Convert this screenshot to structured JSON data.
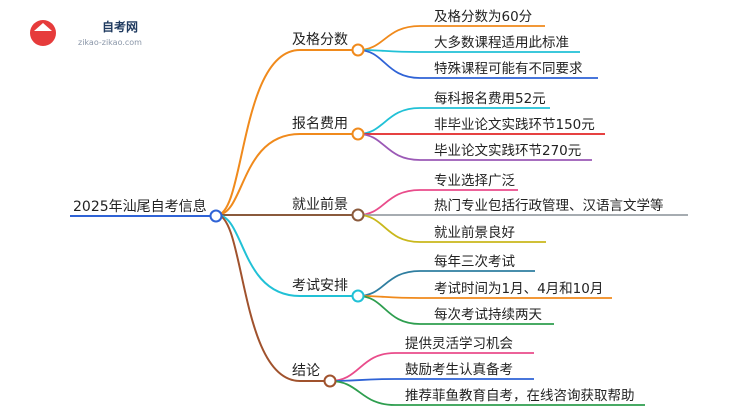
{
  "logo": {
    "title": "自考网",
    "url": "zikao-zikao.com"
  },
  "root": {
    "label": "2025年汕尾自考信息"
  },
  "branches": [
    {
      "label": "及格分数",
      "leaves": [
        "及格分数为60分",
        "大多数课程适用此标准",
        "特殊课程可能有不同要求"
      ]
    },
    {
      "label": "报名费用",
      "leaves": [
        "每科报名费用52元",
        "非毕业论文实践环节150元",
        "毕业论文实践环节270元"
      ]
    },
    {
      "label": "就业前景",
      "leaves": [
        "专业选择广泛",
        "热门专业包括行政管理、汉语言文学等",
        "就业前景良好"
      ]
    },
    {
      "label": "考试安排",
      "leaves": [
        "每年三次考试",
        "考试时间为1月、4月和10月",
        "每次考试持续两天"
      ]
    },
    {
      "label": "结论",
      "leaves": [
        "提供灵活学习机会",
        "鼓励考生认真备考",
        "推荐菲鱼教育自考，在线咨询获取帮助"
      ]
    }
  ]
}
